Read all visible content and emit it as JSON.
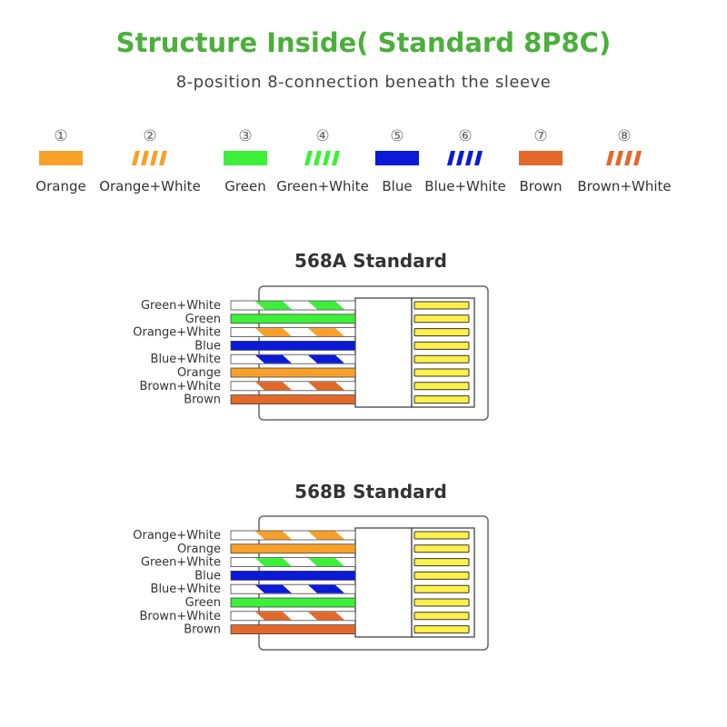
{
  "header": {
    "title": "Structure Inside( Standard 8P8C)",
    "subtitle": "8-position 8-connection beneath the sleeve"
  },
  "colors": {
    "orange": "#f7a12a",
    "green": "#3cf03a",
    "blue": "#0a1ad6",
    "brown": "#e2692a",
    "title": "#4caf3c",
    "contact": "#fff04a"
  },
  "legend": [
    {
      "num": "①",
      "label": "Orange",
      "color": "orange",
      "striped": false
    },
    {
      "num": "②",
      "label": "Orange+White",
      "color": "orange",
      "striped": true
    },
    {
      "num": "③",
      "label": "Green",
      "color": "green",
      "striped": false
    },
    {
      "num": "④",
      "label": "Green+White",
      "color": "green",
      "striped": true
    },
    {
      "num": "⑤",
      "label": "Blue",
      "color": "blue",
      "striped": false
    },
    {
      "num": "⑥",
      "label": "Blue+White",
      "color": "blue",
      "striped": true
    },
    {
      "num": "⑦",
      "label": "Brown",
      "color": "brown",
      "striped": false
    },
    {
      "num": "⑧",
      "label": "Brown+White",
      "color": "brown",
      "striped": true
    }
  ],
  "standards": [
    {
      "title": "568A Standard",
      "wires": [
        {
          "label": "Green+White",
          "color": "green",
          "striped": true
        },
        {
          "label": "Green",
          "color": "green",
          "striped": false
        },
        {
          "label": "Orange+White",
          "color": "orange",
          "striped": true
        },
        {
          "label": "Blue",
          "color": "blue",
          "striped": false
        },
        {
          "label": "Blue+White",
          "color": "blue",
          "striped": true
        },
        {
          "label": "Orange",
          "color": "orange",
          "striped": false
        },
        {
          "label": "Brown+White",
          "color": "brown",
          "striped": true
        },
        {
          "label": "Brown",
          "color": "brown",
          "striped": false
        }
      ]
    },
    {
      "title": "568B Standard",
      "wires": [
        {
          "label": "Orange+White",
          "color": "orange",
          "striped": true
        },
        {
          "label": "Orange",
          "color": "orange",
          "striped": false
        },
        {
          "label": "Green+White",
          "color": "green",
          "striped": true
        },
        {
          "label": "Blue",
          "color": "blue",
          "striped": false
        },
        {
          "label": "Blue+White",
          "color": "blue",
          "striped": true
        },
        {
          "label": "Green",
          "color": "green",
          "striped": false
        },
        {
          "label": "Brown+White",
          "color": "brown",
          "striped": true
        },
        {
          "label": "Brown",
          "color": "brown",
          "striped": false
        }
      ]
    }
  ]
}
